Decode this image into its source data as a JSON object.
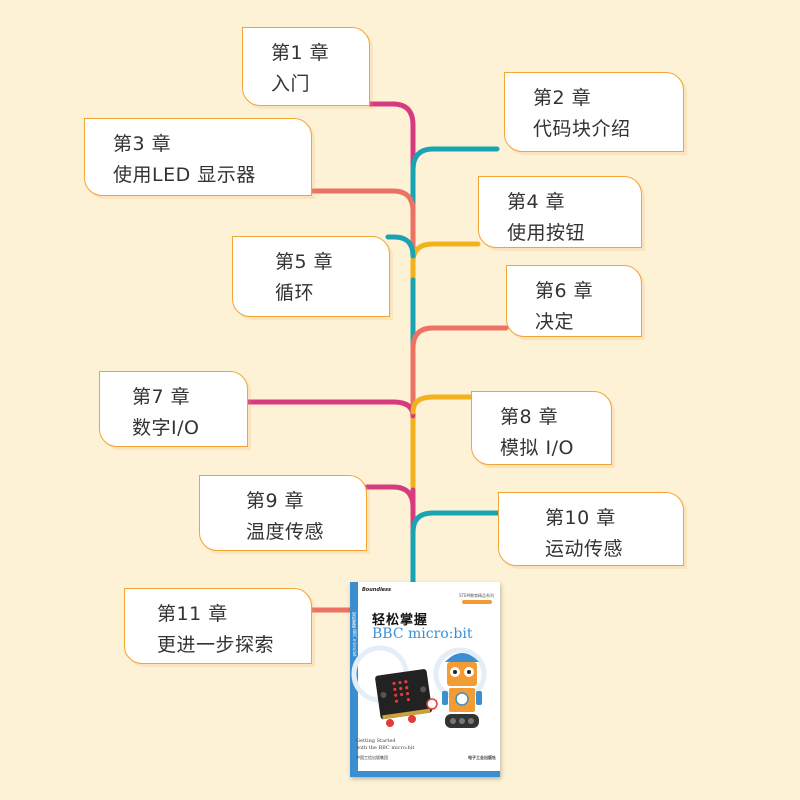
{
  "chapters": [
    {
      "num": "第1 章",
      "title": "入门"
    },
    {
      "num": "第2 章",
      "title": "代码块介绍"
    },
    {
      "num": "第3 章",
      "title": "使用LED 显示器"
    },
    {
      "num": "第4 章",
      "title": "使用按钮"
    },
    {
      "num": "第5 章",
      "title": "循环"
    },
    {
      "num": "第6 章",
      "title": "决定"
    },
    {
      "num": "第7 章",
      "title": "数字I/O"
    },
    {
      "num": "第8 章",
      "title": "模拟 I/O"
    },
    {
      "num": "第9 章",
      "title": "温度传感"
    },
    {
      "num": "第10 章",
      "title": "运动传感"
    },
    {
      "num": "第11 章",
      "title": "更进一步探索"
    }
  ],
  "book": {
    "publisher_mark": "Boundless",
    "series_text": "STEM教育精品系列",
    "title_cn": "轻松掌握",
    "title_en": "BBC micro:bit",
    "spine_text": "轻松掌握 BBC micro:bit",
    "caption_line1": "Getting Started",
    "caption_line2": "with the BBC micro:bit",
    "logo_left": "中国工信出版集团",
    "logo_right": "电子工业出版社"
  },
  "colors": {
    "background": "#fdf1d6",
    "card_border": "#f2a437",
    "magenta": "#d63b80",
    "teal": "#1aa3b3",
    "yellow": "#f3b21c",
    "salmon": "#ec7264"
  }
}
